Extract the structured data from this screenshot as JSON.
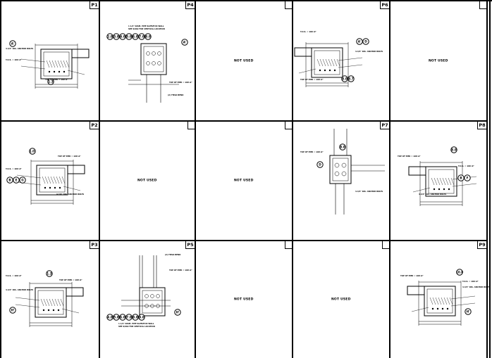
{
  "sheet": {
    "not_used_label": "NOT USED",
    "cells": [
      {
        "id": "r1c1",
        "tag": "P1",
        "type": "detail"
      },
      {
        "id": "r1c2",
        "tag": "P4",
        "type": "detail"
      },
      {
        "id": "r1c3",
        "tag": "",
        "type": "not-used"
      },
      {
        "id": "r1c4",
        "tag": "P6",
        "type": "detail"
      },
      {
        "id": "r1c5",
        "tag": "",
        "type": "not-used"
      },
      {
        "id": "r2c1",
        "tag": "P2",
        "type": "detail"
      },
      {
        "id": "r2c2",
        "tag": "",
        "type": "not-used"
      },
      {
        "id": "r2c3",
        "tag": "",
        "type": "not-used"
      },
      {
        "id": "r2c4",
        "tag": "P7",
        "type": "detail"
      },
      {
        "id": "r2c5",
        "tag": "P8",
        "type": "detail"
      },
      {
        "id": "r3c1",
        "tag": "P3",
        "type": "detail"
      },
      {
        "id": "r3c2",
        "tag": "P5",
        "type": "detail"
      },
      {
        "id": "r3c3",
        "tag": "",
        "type": "not-used"
      },
      {
        "id": "r3c4",
        "tag": "",
        "type": "not-used"
      },
      {
        "id": "r3c5",
        "tag": "P9",
        "type": "detail"
      }
    ]
  },
  "details": {
    "p1": {
      "bubbles": [
        "A'",
        "1.3"
      ],
      "notes": [
        "TOP OF PIER = 100'-0\"",
        "T.O.S. = 100'-0\"",
        "4-3/4\" DIA. ANCHOR BOLTS",
        "EQ",
        "EQ"
      ]
    },
    "p4": {
      "bubbles": [
        "2.0",
        "3.0",
        "4.0",
        "5.0",
        "6.0",
        "7.0",
        "8.0",
        "A'"
      ],
      "notes": [
        "1 1/2\" DIAM. PIPE SLEEVE IN WALL",
        "SEE S/002 FOR VERTICAL LOCATION",
        "TOP OF PIER = 100'-0\"",
        "(2) FIELD BEND"
      ]
    },
    "p6": {
      "bubbles": [
        "A'",
        "D",
        "8.0",
        "8.7"
      ],
      "notes": [
        "TOP OF PIER = 100'-0\"",
        "T.O.S. = 100'-0\"",
        "4-3/4\" DIA. ANCHOR BOLTS"
      ]
    },
    "p2": {
      "bubbles": [
        "1.0'",
        "B",
        "E",
        "G"
      ],
      "notes": [
        "TOP OF PIER = 100'-0\"",
        "T.O.S. = 100'-0\"",
        "4-3/4\" DIA. ANCHOR BOLTS"
      ]
    },
    "p7": {
      "bubbles": [
        "D",
        "8.0"
      ],
      "notes": [
        "TOP OF PIER = 100'-0\"",
        "4-3/4\" DIA. ANCHOR BOLTS"
      ]
    },
    "p8": {
      "bubbles": [
        "8.0",
        "B",
        "F"
      ],
      "notes": [
        "TOP OF PIER = 100'-0\"",
        "T.O.S. = 100'-0\"",
        "4-3/4\" DIA. ANCHOR BOLTS"
      ]
    },
    "p3": {
      "bubbles": [
        "1.3",
        "H'"
      ],
      "notes": [
        "TOP OF PIER = 100'-0\"",
        "T.O.S. = 100'-0\"",
        "4-3/4\" DIA. ANCHOR BOLTS"
      ]
    },
    "p5": {
      "bubbles": [
        "4.0",
        "5.0",
        "6.0",
        "7.0",
        "8.0",
        "9.0",
        "H'"
      ],
      "notes": [
        "(2) FIELD BEND",
        "TOP OF PIER = 100'-0\"",
        "1 1/2\" DIAM. PIPE SLEEVE IN WALL",
        "SEE S/002 FOR VERTICAL LOCATION"
      ]
    },
    "p9": {
      "bubbles": [
        "10.0",
        "H'"
      ],
      "notes": [
        "TOP OF PIER = 100'-0\"",
        "T.O.S. = 100'-0\"",
        "4-3/4\" DIA. ANCHOR BOLTS"
      ]
    }
  }
}
